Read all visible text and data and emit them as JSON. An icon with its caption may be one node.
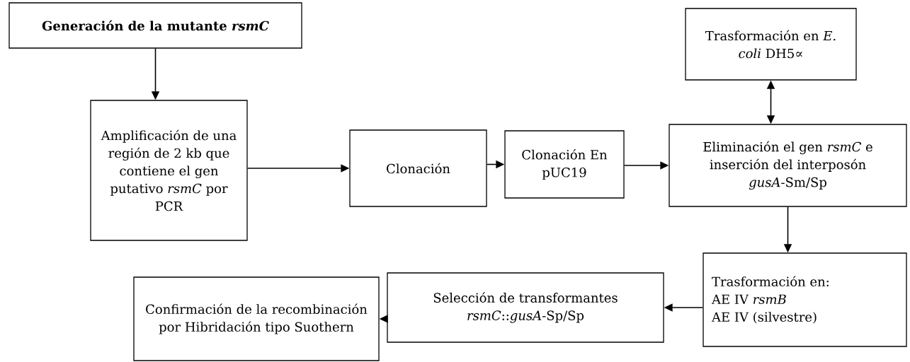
{
  "diagram": {
    "nodes": [
      {
        "text": [
          "Generación de la mutante *rsmC*"
        ]
      },
      {
        "text": [
          "Trasformación en *E. coli* DH5∝"
        ]
      },
      {
        "text": [
          "Amplificación de una región de 2 kb que contiene el gen putativo *rsmC* por PCR"
        ]
      },
      {
        "text": [
          "Clonación"
        ]
      },
      {
        "text": [
          "Clonación En pUC19"
        ]
      },
      {
        "text": [
          "Eliminación el gen *rsmC* e inserción del interposón *gusA*-Sm/Sp"
        ]
      },
      {
        "text": [
          "Confirmación de la recombinación por Hibridación tipo Suothern"
        ]
      },
      {
        "text": [
          "Selección de transformantes *rsmC*::*gusA*-Sp/Sp"
        ]
      },
      {
        "text": [
          "Trasformación en:",
          "AE IV *rsmB*",
          "AE IV (silvestre)"
        ]
      }
    ],
    "edges": [
      {
        "from": 0,
        "to": 2,
        "arrow": "to"
      },
      {
        "from": 2,
        "to": 3,
        "arrow": "to"
      },
      {
        "from": 3,
        "to": 4,
        "arrow": "to"
      },
      {
        "from": 4,
        "to": 5,
        "arrow": "to"
      },
      {
        "from": 1,
        "to": 5,
        "arrow": "both"
      },
      {
        "from": 5,
        "to": 8,
        "arrow": "to"
      },
      {
        "from": 8,
        "to": 7,
        "arrow": "to"
      },
      {
        "from": 7,
        "to": 6,
        "arrow": "to"
      }
    ]
  }
}
